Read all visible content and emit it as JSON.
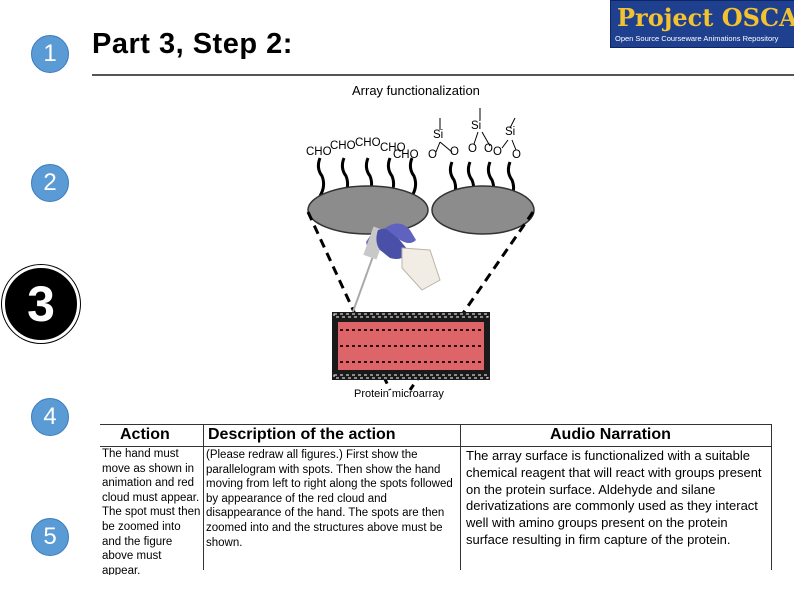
{
  "header": {
    "title": "Part 3, Step 2:",
    "logo_main": "Project OSCAR",
    "logo_sub": "Open Source Courseware Animations Repository"
  },
  "steps": [
    "1",
    "2",
    "3",
    "4",
    "5"
  ],
  "figure": {
    "title": "Array functionalization",
    "caption": "Protein microarray",
    "left_groups": [
      "CHO",
      "CHO",
      "CHO",
      "CHO",
      "CHO"
    ],
    "right_si": [
      "Si",
      "Si",
      "Si"
    ],
    "right_o": [
      "O",
      "O",
      "O",
      "O",
      "O",
      "O"
    ]
  },
  "table": {
    "headers": {
      "action": "Action",
      "description": "Description of the action",
      "audio": "Audio Narration"
    },
    "action_text": "The hand must move as shown in animation and red cloud must appear. The spot must then be zoomed into and the figure above must appear.",
    "description_text": "(Please redraw all figures.) First show the parallelogram with spots. Then show the  hand moving from left to right along the spots followed by appearance of the red cloud and disappearance of the hand. The spots are then zoomed into and the structures above must be shown.",
    "audio_text": "The array surface is functionalized with a suitable chemical reagent that will react with groups present on the protein surface. Aldehyde and silane derivatizations are commonly used as they interact well with amino groups present on the protein surface resulting in firm capture of the protein."
  }
}
